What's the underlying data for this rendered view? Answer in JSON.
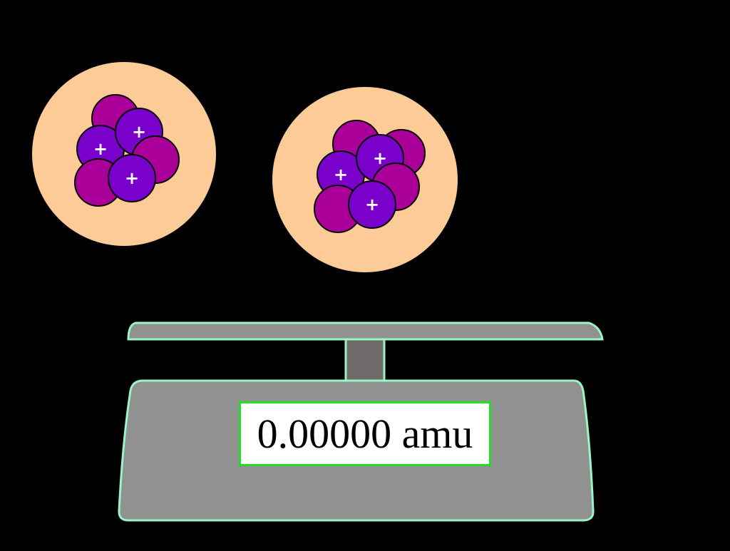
{
  "colors": {
    "background": "#000000",
    "electron_cloud": "#fccb98",
    "neutron": "#aa0099",
    "proton": "#7a00cc",
    "charge_symbol": "#ffffff",
    "scale_body": "#919191",
    "scale_outline": "#99f5c5",
    "scale_post": "#6e6a6a",
    "display_border": "#22dd22"
  },
  "atoms": [
    {
      "name": "atom-left",
      "particles": [
        {
          "kind": "neutron"
        },
        {
          "kind": "proton",
          "charge": "+"
        },
        {
          "kind": "proton",
          "charge": "+"
        },
        {
          "kind": "neutron"
        },
        {
          "kind": "neutron"
        },
        {
          "kind": "proton",
          "charge": "+"
        }
      ]
    },
    {
      "name": "atom-right",
      "particles": [
        {
          "kind": "neutron"
        },
        {
          "kind": "neutron"
        },
        {
          "kind": "proton",
          "charge": "+"
        },
        {
          "kind": "proton",
          "charge": "+"
        },
        {
          "kind": "neutron"
        },
        {
          "kind": "neutron"
        },
        {
          "kind": "proton",
          "charge": "+"
        }
      ]
    }
  ],
  "scale": {
    "readout": "0.00000 amu"
  }
}
